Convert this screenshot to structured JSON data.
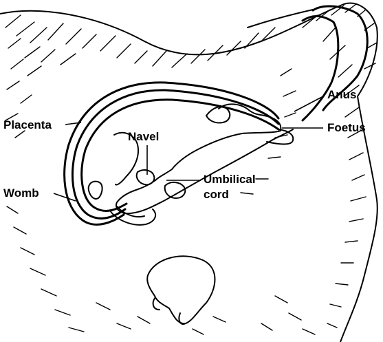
{
  "labels": {
    "anus": "Anus",
    "placenta": "Placenta",
    "navel": "Navel",
    "foetus": "Foetus",
    "umbilical_line1": "Umbilical",
    "umbilical_line2": "cord",
    "womb": "Womb"
  }
}
